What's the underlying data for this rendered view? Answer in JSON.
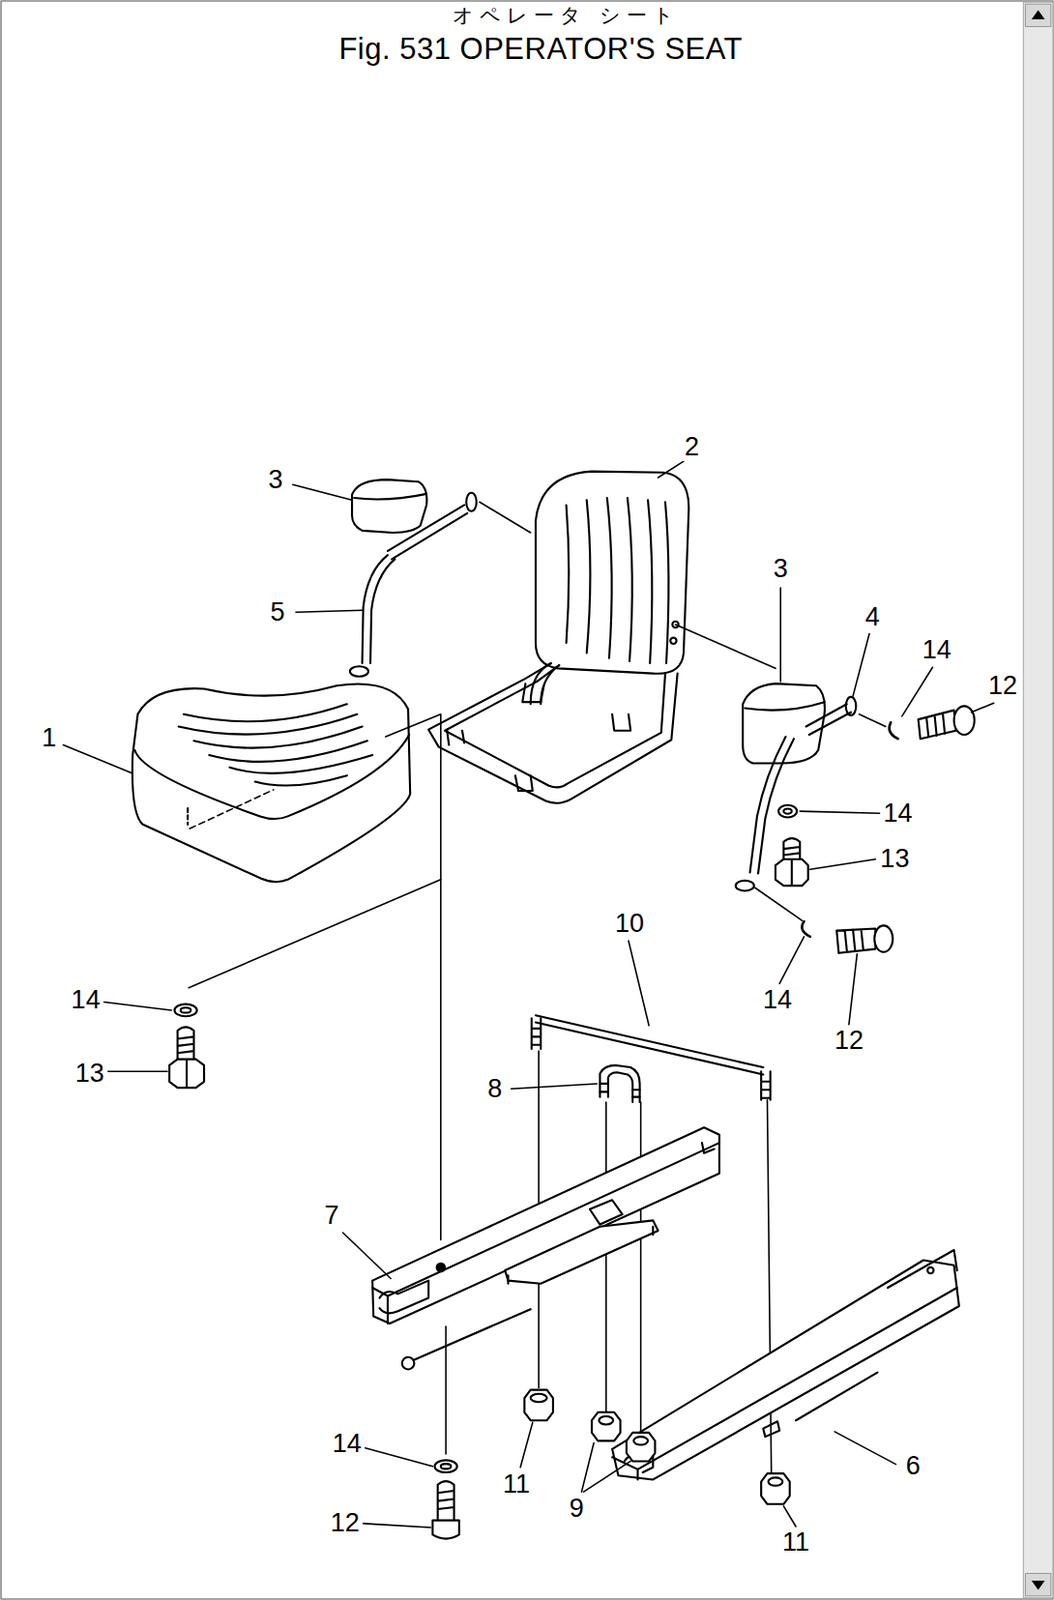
{
  "diagram": {
    "title": "Fig. 531 OPERATOR'S SEAT",
    "labels": [
      "オペレータ シート",
      "2",
      "3",
      "3",
      "5",
      "4",
      "14",
      "12",
      "1",
      "14",
      "13",
      "10",
      "14",
      "14",
      "12",
      "13",
      "8",
      "7",
      "14",
      "6",
      "11",
      "9",
      "12",
      "11"
    ]
  }
}
